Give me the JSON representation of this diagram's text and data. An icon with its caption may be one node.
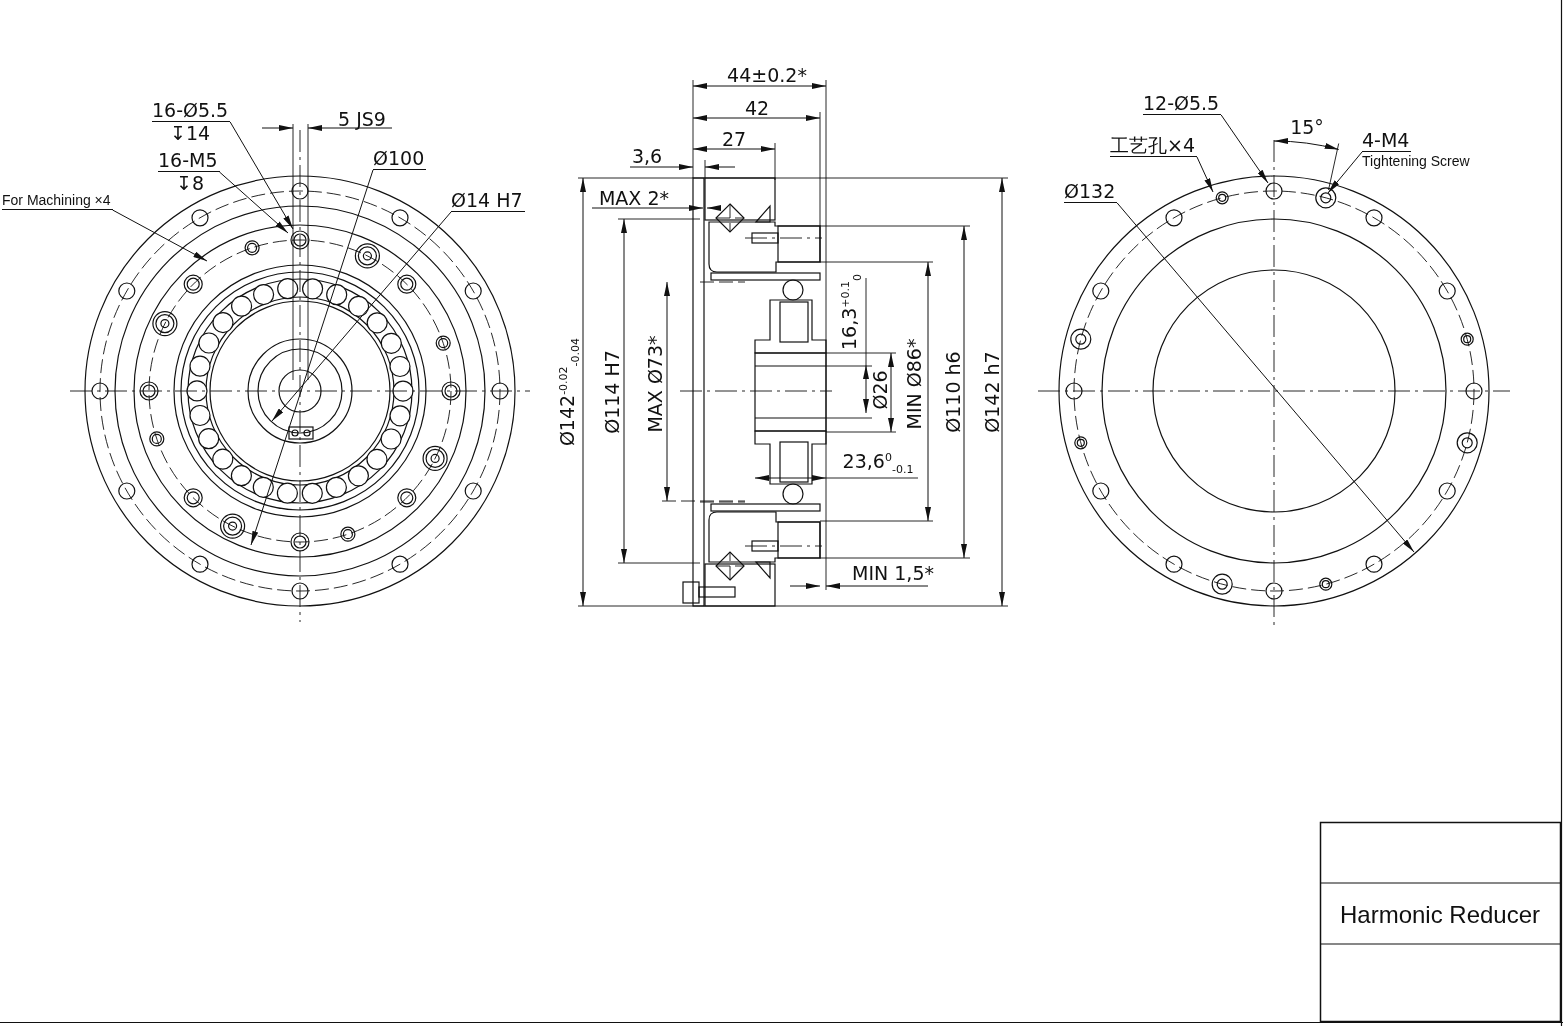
{
  "diagram": {
    "nodes": [
      {
        "text": [
          "16-Ø5.5",
          "↧14"
        ]
      },
      {
        "text": [
          "16-M5",
          "↧8"
        ]
      },
      {
        "text": [
          "For Machining ×4"
        ]
      },
      {
        "text": [
          "Ø100"
        ]
      },
      {
        "text": [
          "Ø14 H7"
        ]
      },
      {
        "text": [
          "12-Ø5.5"
        ]
      },
      {
        "text": [
          "工艺孔×4"
        ]
      },
      {
        "text": [
          "Ø132"
        ]
      },
      {
        "text": [
          "4-M4",
          "Tightening Screw"
        ]
      }
    ],
    "edges": [
      {
        "from": 0,
        "to": null,
        "arrow": "to"
      },
      {
        "from": 1,
        "to": null,
        "arrow": "to"
      },
      {
        "from": 2,
        "to": null,
        "arrow": "to"
      },
      {
        "from": 3,
        "to": null,
        "arrow": "to"
      },
      {
        "from": 4,
        "to": null,
        "arrow": "to"
      },
      {
        "from": 5,
        "to": null,
        "arrow": "to"
      },
      {
        "from": 6,
        "to": null,
        "arrow": "to"
      },
      {
        "from": 7,
        "to": null,
        "arrow": "to"
      },
      {
        "from": 8,
        "to": null,
        "arrow": "to"
      }
    ],
    "labels": [
      "5 JS9",
      "44±0.2*",
      "42",
      "27",
      "3,6",
      "MAX 2*",
      "Ø142$^{-0.02}$$_{-0.04}$",
      "Ø114 H7",
      "MAX Ø73*",
      "16,3$^{+0.1}$$_{0}$",
      "Ø26",
      "MIN Ø86*",
      "Ø110 h6",
      "Ø142 h7",
      "23,6$^{0}$$_{-0.1}$",
      "MIN 1,5*",
      "15°",
      "Harmonic Reducer"
    ]
  }
}
